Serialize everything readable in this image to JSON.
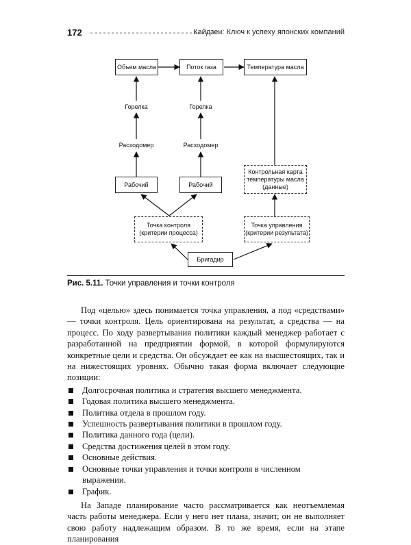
{
  "header": {
    "page_number": "172",
    "running_title": "Кайдзен: Ключ к успеху японских компаний"
  },
  "diagram": {
    "nodes": {
      "oil_volume": "Объем масла",
      "gas_flow": "Поток газа",
      "oil_temperature": "Температура масла",
      "burner_1": "Горелка",
      "burner_2": "Горелка",
      "flowmeter_1": "Расходомер",
      "flowmeter_2": "Расходомер",
      "worker_1": "Рабочий",
      "worker_2": "Рабочий",
      "control_chart": "Контрольная карта температуры масла (данные)",
      "checkpoint": "Точка контроля (критерии процесса)",
      "control_point": "Точка управления (критерии результата)",
      "foreman": "Бригадир"
    }
  },
  "figure": {
    "caption_label": "Рис. 5.11.",
    "caption_text": "Точки управления и точки контроля"
  },
  "body": {
    "paragraph_1": "Под «целью» здесь понимается точка управления, а под «средствами» — точки контроля. Цель ориентирована на результат, а средства — на процесс. По ходу развертывания политики каждый менеджер работает с разработанной на предприятии формой, в которой формулируются конкретные цели и средства. Он обсуждает ее как на высшестоящих, так и на нижестоящих уровнях. Обычно такая форма включает следующие позиции:",
    "bullets": [
      "Долгосрочная политика и стратегия высшего менеджмента.",
      "Годовая политика высшего менеджмента.",
      "Политика отдела в прошлом году.",
      "Успешность развертывания политики в прошлом году.",
      "Политика данного года (цели).",
      "Средства достижения целей в этом году.",
      "Основные действия.",
      "Основные точки управления и точки контроля в численном выражении.",
      "График."
    ],
    "paragraph_2": "На Западе планирование часто рассматривается как неотъемлемая часть работы менеджера. Если у него нет плана, значит, он не выполняет свою работу надлежащим образом. В то же время, если на этапе планирования"
  }
}
